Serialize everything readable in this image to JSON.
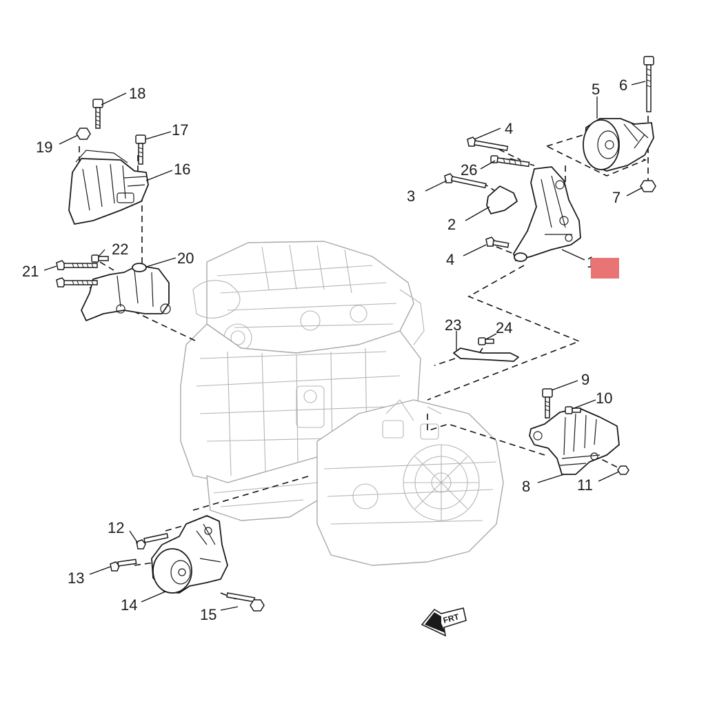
{
  "callouts": {
    "c1": "1",
    "c2": "2",
    "c3": "3",
    "c4a": "4",
    "c4b": "4",
    "c5": "5",
    "c6": "6",
    "c7": "7",
    "c8": "8",
    "c9": "9",
    "c10": "10",
    "c11": "11",
    "c12": "12",
    "c13": "13",
    "c14": "14",
    "c15": "15",
    "c16": "16",
    "c17": "17",
    "c18": "18",
    "c19": "19",
    "c20": "20",
    "c21": "21",
    "c22": "22",
    "c23": "23",
    "c24": "24",
    "c26": "26"
  },
  "direction_indicator": {
    "label": "FRT"
  },
  "colors": {
    "highlight_marker": "#e87474",
    "line": "#1a1a1a",
    "engine_outline": "#a8a8a8"
  }
}
